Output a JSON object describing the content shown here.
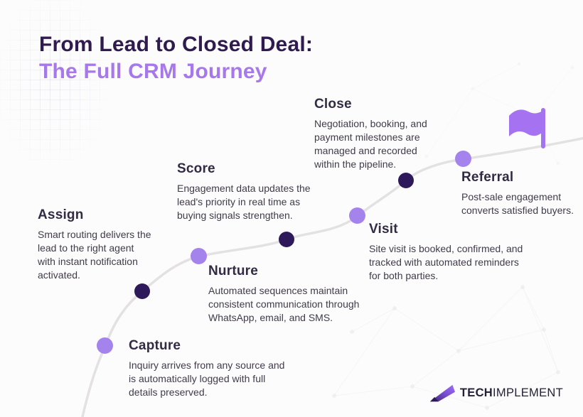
{
  "title": {
    "line1": "From Lead to Closed Deal:",
    "line2": "The Full CRM Journey"
  },
  "stages": [
    {
      "label": "Capture",
      "dot": "light",
      "description": "Inquiry arrives from any source and is automatically logged with full details preserved."
    },
    {
      "label": "Assign",
      "dot": "dark",
      "description": "Smart routing delivers the lead to the right agent with instant notification activated."
    },
    {
      "label": "Nurture",
      "dot": "light",
      "description": "Automated sequences maintain consistent communication through WhatsApp, email, and SMS."
    },
    {
      "label": "Score",
      "dot": "dark",
      "description": "Engagement data updates the lead's priority in real time as buying signals strengthen."
    },
    {
      "label": "Visit",
      "dot": "light",
      "description": "Site visit is booked, confirmed, and tracked with automated reminders for both parties."
    },
    {
      "label": "Close",
      "dot": "dark",
      "description": "Negotiation, booking, and payment milestones are managed and recorded within the pipeline."
    },
    {
      "label": "Referral",
      "dot": "light",
      "description": "Post-sale engagement converts satisfied buyers."
    }
  ],
  "icons": {
    "flag": "flag-icon",
    "logo_arrow": "logo-arrow-icon"
  },
  "branding": {
    "logo_bold": "TECH",
    "logo_light": "IMPLEMENT"
  },
  "colors": {
    "background": "#fdfcfc",
    "title_dark": "#2f1b50",
    "title_accent": "#a678ec",
    "heading": "#322b44",
    "body_text": "#403b49",
    "dot_light": "#a583ec",
    "dot_dark": "#2e1a5a",
    "curve": "#e3e1e1",
    "flag": "#a572f2",
    "logo_text": "#232039"
  }
}
